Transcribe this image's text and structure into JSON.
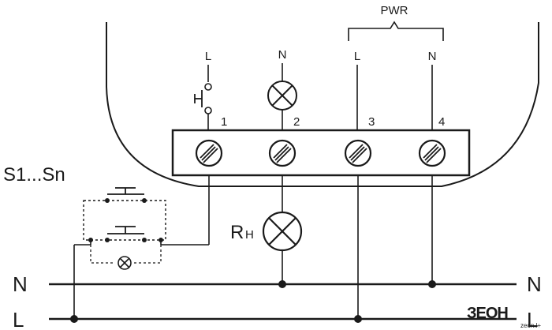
{
  "diagram": {
    "power_label": "PWR",
    "terminal_top_labels": [
      "L",
      "N",
      "L",
      "N"
    ],
    "terminal_numbers": [
      "1",
      "2",
      "3",
      "4"
    ],
    "switch_group_label": "S1...Sn",
    "load_label": "R",
    "load_subscript": "H",
    "rail_left_labels": {
      "n": "N",
      "l": "L"
    },
    "rail_right_labels": {
      "n": "N",
      "l": "L"
    }
  },
  "logo": {
    "text": "ЗЕОН",
    "subtext": "zeon.l+"
  },
  "colors": {
    "line": "#1a1a1a",
    "housing": "#1a1a1a",
    "background": "#ffffff"
  }
}
